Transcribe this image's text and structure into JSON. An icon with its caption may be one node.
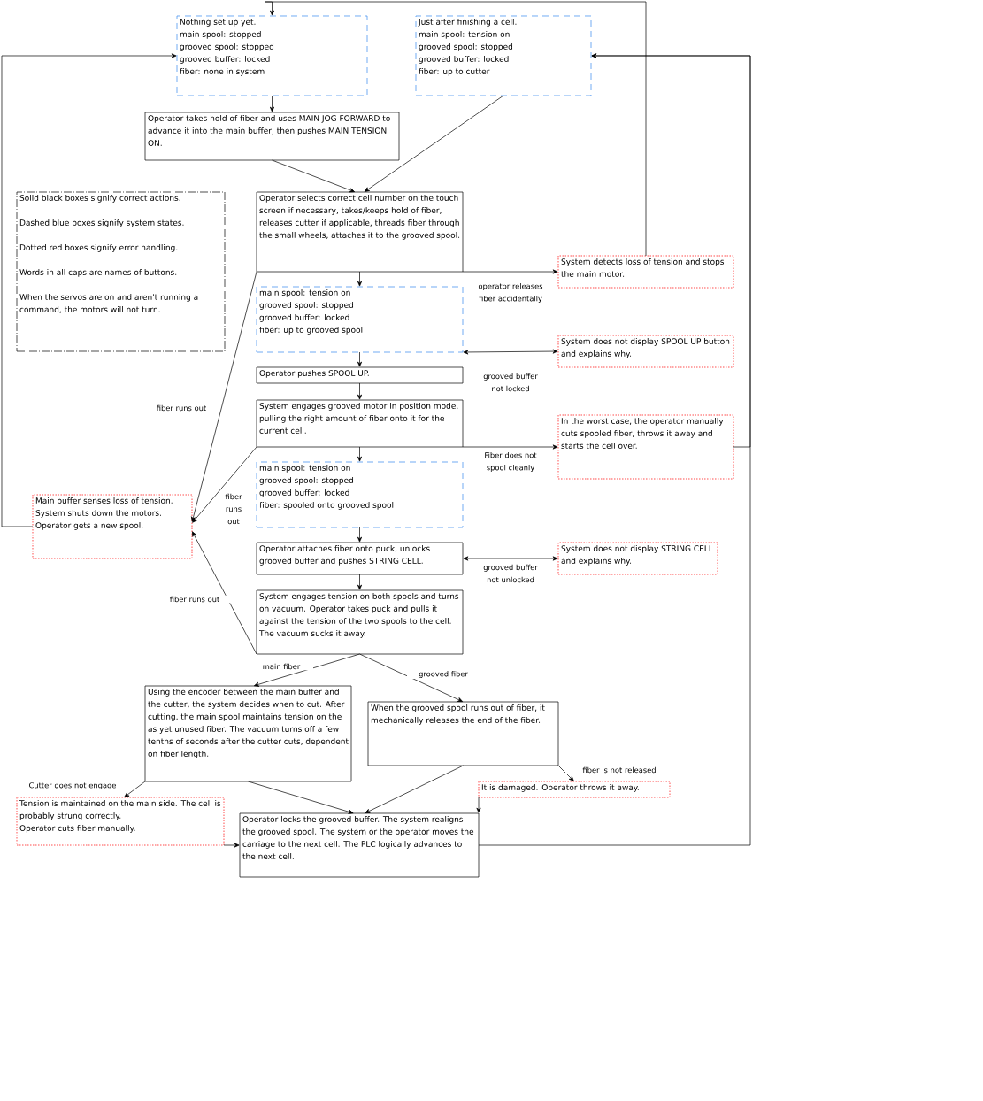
{
  "diagram": {
    "nodes": [
      {
        "text": [
          "Nothing set up yet.",
          "main spool: stopped",
          "grooved spool: stopped",
          "grooved buffer: locked",
          "fiber: none in system"
        ]
      },
      {
        "text": [
          "Just after finishing a cell.",
          "main spool: tension on",
          "grooved spool: stopped",
          "grooved buffer: locked",
          "fiber: up to cutter"
        ]
      },
      {
        "text": [
          "Operator takes hold of fiber and uses MAIN JOG FORWARD to advance it into the main buffer, then pushes MAIN TENSION ON."
        ]
      },
      {
        "text": [
          "Solid black boxes signify correct actions.",
          "Dashed blue boxes signify system states.",
          "Dotted red boxes signify error handling.",
          "Words in all caps are names of buttons.",
          "When the servos are on and aren't running a command, the motors will not turn."
        ]
      },
      {
        "text": [
          "Operator selects correct cell number on the touch screen if necessary, takes/keeps hold of fiber, releases cutter if applicable, threads fiber through the small wheels, attaches it to the grooved spool."
        ]
      },
      {
        "text": [
          "System detects loss of tension and stops the main motor."
        ]
      },
      {
        "text": [
          "main spool: tension on",
          "grooved spool: stopped",
          "grooved buffer: locked",
          "fiber: up to grooved spool"
        ]
      },
      {
        "text": [
          "System does not display SPOOL UP button and explains why."
        ]
      },
      {
        "text": [
          "Operator pushes SPOOL UP."
        ]
      },
      {
        "text": [
          "System engages grooved motor in position mode, pulling the right amount of fiber onto it for the current cell."
        ]
      },
      {
        "text": [
          "In the worst case, the operator manually cuts spooled fiber, throws it away and starts the cell over."
        ]
      },
      {
        "text": [
          "Main buffer senses loss of tension. System shuts down the motors. Operator gets a new spool."
        ]
      },
      {
        "text": [
          "main spool: tension on",
          "grooved spool: stopped",
          "grooved buffer: locked",
          "fiber: spooled onto grooved spool"
        ]
      },
      {
        "text": [
          "Operator attaches fiber onto puck, unlocks grooved buffer and pushes STRING CELL."
        ]
      },
      {
        "text": [
          "System does not display STRING CELL and explains why."
        ]
      },
      {
        "text": [
          "System engages tension on both spools and turns on vacuum. Operator takes puck and pulls it against the tension of the two spools to the cell. The vacuum sucks it away."
        ]
      },
      {
        "text": [
          "Using the encoder between the main buffer and the cutter, the system decides when to cut. After cutting, the main spool maintains tension on the as yet unused fiber.  The vacuum turns off a few tenths of seconds after the cutter cuts, dependent on fiber length."
        ]
      },
      {
        "text": [
          "When the grooved spool runs out of fiber, it mechanically releases the end of the fiber."
        ]
      },
      {
        "text": [
          "It is damaged. Operator throws it away."
        ]
      },
      {
        "text": [
          "Tension is maintained on the main side. The cell is probably strung correctly.",
          "Operator cuts fiber manually."
        ]
      },
      {
        "text": [
          "Operator locks the grooved buffer. The system realigns the grooved spool.  The system or the operator moves the carriage to the next cell. The PLC logically advances to the next cell."
        ]
      }
    ],
    "edges": [
      {
        "from": 0,
        "to": 2,
        "arrow": "to"
      },
      {
        "from": 2,
        "to": 4,
        "arrow": "to"
      },
      {
        "from": 1,
        "to": 4,
        "arrow": "to"
      },
      {
        "from": 4,
        "to": 6,
        "arrow": "to"
      },
      {
        "from": 4,
        "to": 5,
        "arrow": "to",
        "label": "operator releases fiber accidentally"
      },
      {
        "from": 5,
        "to": 0,
        "arrow": "to"
      },
      {
        "from": 6,
        "to": 7,
        "arrow": "both",
        "label": "grooved buffer not locked"
      },
      {
        "from": 6,
        "to": 8,
        "arrow": "to"
      },
      {
        "from": 8,
        "to": 9,
        "arrow": "to"
      },
      {
        "from": 9,
        "to": 12,
        "arrow": "to"
      },
      {
        "from": 9,
        "to": 10,
        "arrow": "to",
        "label": "Fiber does not spool cleanly"
      },
      {
        "from": 4,
        "to": 11,
        "arrow": "to",
        "label": "fiber runs out"
      },
      {
        "from": 9,
        "to": 11,
        "arrow": "to",
        "label": "fiber runs out"
      },
      {
        "from": 15,
        "to": 11,
        "arrow": "to",
        "label": "fiber runs out"
      },
      {
        "from": 11,
        "to": 0,
        "arrow": "to"
      },
      {
        "from": 12,
        "to": 13,
        "arrow": "to"
      },
      {
        "from": 13,
        "to": 14,
        "arrow": "both",
        "label": "grooved buffer not unlocked"
      },
      {
        "from": 13,
        "to": 15,
        "arrow": "to"
      },
      {
        "from": 15,
        "to": 16,
        "arrow": "to",
        "label": "main fiber"
      },
      {
        "from": 15,
        "to": 17,
        "arrow": "to",
        "label": "grooved fiber"
      },
      {
        "from": 16,
        "to": 19,
        "arrow": "to",
        "label": "Cutter does not engage"
      },
      {
        "from": 16,
        "to": 20,
        "arrow": "to"
      },
      {
        "from": 17,
        "to": 20,
        "arrow": "to"
      },
      {
        "from": 17,
        "to": 18,
        "arrow": "to",
        "label": "fiber is not released"
      },
      {
        "from": 18,
        "to": 20,
        "arrow": "to"
      },
      {
        "from": 19,
        "to": 20,
        "arrow": "to"
      },
      {
        "from": 20,
        "to": 1,
        "arrow": "to"
      },
      {
        "from": 10,
        "to": 1,
        "arrow": "to"
      }
    ]
  }
}
